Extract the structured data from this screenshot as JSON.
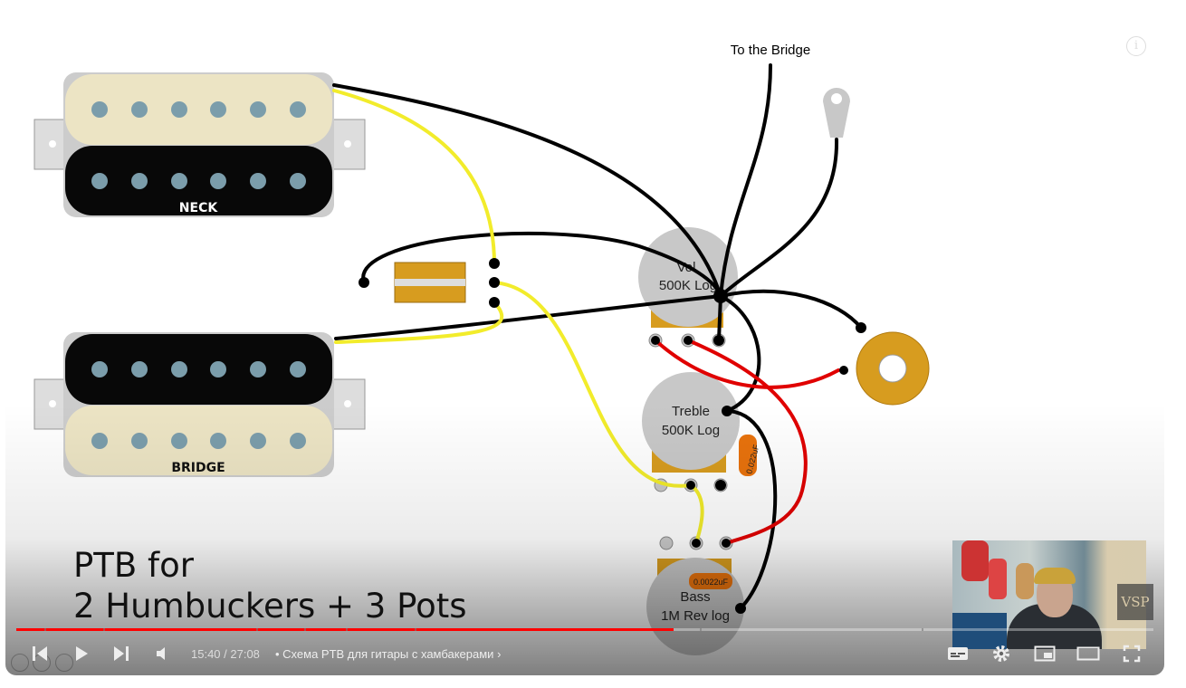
{
  "video": {
    "overlay_title_line1": "PTB for",
    "overlay_title_line2": "2 Humbuckers + 3 Pots",
    "diagram_labels": {
      "to_bridge": "To the Bridge",
      "neck": "NECK",
      "bridge": "BRIDGE",
      "vol": "Vol",
      "vol_value": "500K Log",
      "treble": "Treble",
      "treble_value": "500K Log",
      "bass": "Bass",
      "bass_value": "1M Rev log",
      "cap_treble": "0.022uF",
      "cap_bass": "0.0022uF"
    },
    "watermark": "VSP"
  },
  "player": {
    "current_time": "15:40",
    "duration": "27:08",
    "time_display": "15:40 / 27:08",
    "chapter_title": "• Схема PTB для гитары с хамбакерами",
    "progress_percent": 57.8,
    "colors": {
      "progress": "#ff0000",
      "wire_yellow": "#f2ec2b",
      "wire_red": "#e00000",
      "pot_body": "#c8c8c8",
      "pot_lug": "#d79c1f"
    },
    "icons": [
      "previous-icon",
      "play-icon",
      "next-icon",
      "volume-icon",
      "chevron-right-icon",
      "subtitles-icon",
      "settings-icon",
      "miniplayer-icon",
      "theater-icon",
      "fullscreen-icon",
      "info-icon"
    ]
  }
}
